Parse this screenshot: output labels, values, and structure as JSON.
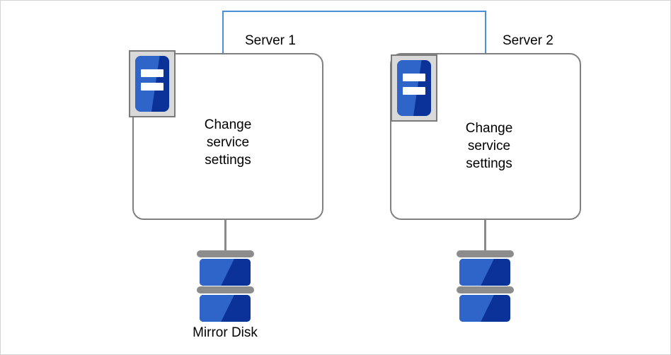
{
  "diagram": {
    "type": "cluster-mirror-disk-diagram",
    "background_color": "#ffffff",
    "border_color": "#d4d4d4",
    "connector": {
      "name": "interconnect",
      "color": "#4a90d9",
      "shape": "staple"
    },
    "servers": [
      {
        "id": "server-1",
        "label": "Server 1",
        "body_text": "Change\nservice\nsettings",
        "icon": "server-icon",
        "box_border_color": "#808080",
        "icon_colors": {
          "frame": "#d9d9d9",
          "frame_border": "#7a7a7a",
          "chip_light": "#2f64c8",
          "chip_dark": "#0a3299",
          "bars": "#ffffff"
        }
      },
      {
        "id": "server-2",
        "label": "Server 2",
        "body_text": "Change\nservice\nsettings",
        "icon": "server-icon",
        "box_border_color": "#808080",
        "icon_colors": {
          "frame": "#d9d9d9",
          "frame_border": "#7a7a7a",
          "chip_light": "#2f64c8",
          "chip_dark": "#0a3299",
          "bars": "#ffffff"
        }
      }
    ],
    "disks": [
      {
        "id": "disk-1",
        "label": "Mirror Disk",
        "icon": "disk-stack-icon",
        "bar_color": "#8c8c8c",
        "block_light": "#2f64c8",
        "block_dark": "#0a3299"
      },
      {
        "id": "disk-2",
        "label": "",
        "icon": "disk-stack-icon",
        "bar_color": "#8c8c8c",
        "block_light": "#2f64c8",
        "block_dark": "#0a3299"
      }
    ],
    "links": [
      {
        "name": "server-1-to-disk-1",
        "color": "#8a8a8a"
      },
      {
        "name": "server-2-to-disk-2",
        "color": "#8a8a8a"
      }
    ]
  }
}
